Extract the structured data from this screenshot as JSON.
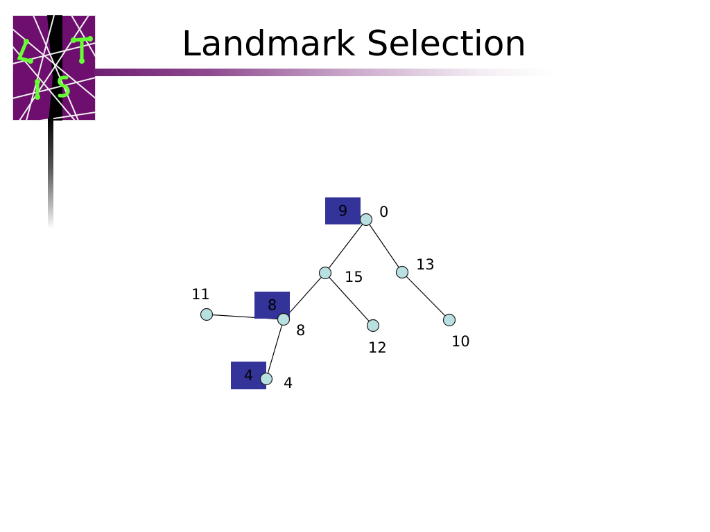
{
  "slide": {
    "title": "Landmark Selection"
  },
  "logo": {
    "letters": "LTIS",
    "background_color": "#6e0e6e",
    "letter_color": "#66ff33"
  },
  "colors": {
    "node_fill": "#b9e0e0",
    "node_stroke": "#1a1a1a",
    "landmark_box": "#333399",
    "title_rule": "#6e1f72"
  },
  "diagram": {
    "node_labels": {
      "root": "0",
      "n15": "15",
      "n13": "13",
      "n11": "11",
      "n8": "8",
      "n12": "12",
      "n10": "10",
      "n4": "4"
    },
    "edges": [
      [
        "root",
        "n15"
      ],
      [
        "root",
        "n13"
      ],
      [
        "n15",
        "n8"
      ],
      [
        "n15",
        "n12"
      ],
      [
        "n13",
        "n10"
      ],
      [
        "n8",
        "n11"
      ],
      [
        "n8",
        "n4"
      ]
    ],
    "landmark_boxes": {
      "root": "9",
      "n8": "8",
      "n4": "4"
    }
  }
}
